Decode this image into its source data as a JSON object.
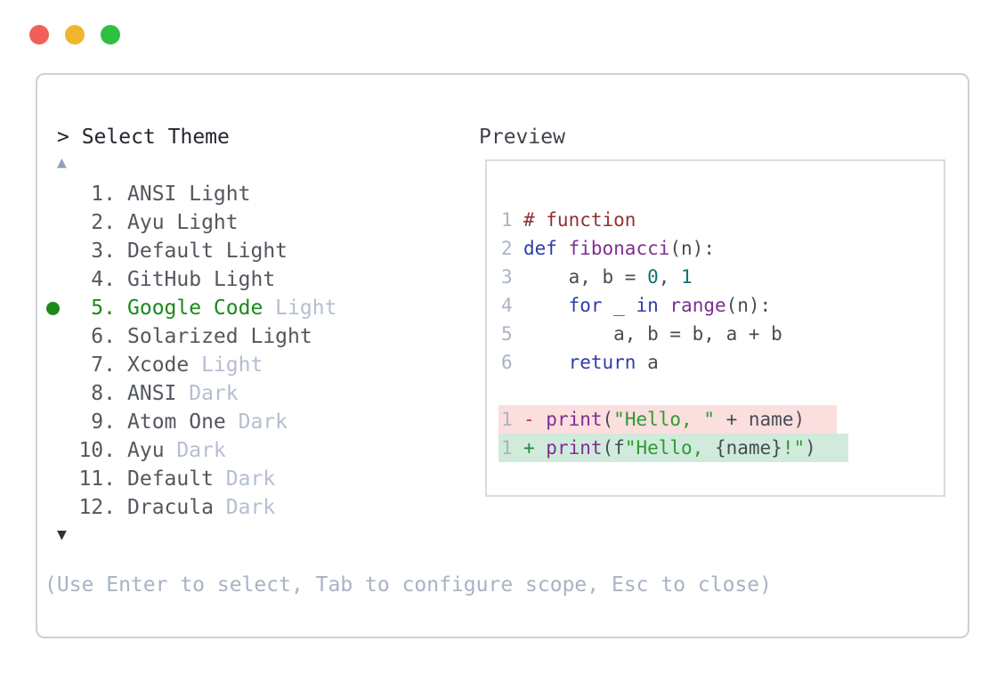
{
  "window": {
    "traffic_lights": [
      "close",
      "minimize",
      "zoom"
    ]
  },
  "prompt": {
    "text": "> Select Theme"
  },
  "list": {
    "scroll_up": "▲",
    "scroll_down": "▼",
    "items": [
      {
        "number": "1.",
        "name": "ANSI",
        "variant": "Light",
        "variant_muted": false,
        "selected": false
      },
      {
        "number": "2.",
        "name": "Ayu",
        "variant": "Light",
        "variant_muted": false,
        "selected": false
      },
      {
        "number": "3.",
        "name": "Default",
        "variant": "Light",
        "variant_muted": false,
        "selected": false
      },
      {
        "number": "4.",
        "name": "GitHub",
        "variant": "Light",
        "variant_muted": false,
        "selected": false
      },
      {
        "number": "5.",
        "name": "Google Code",
        "variant": "Light",
        "variant_muted": true,
        "selected": true
      },
      {
        "number": "6.",
        "name": "Solarized",
        "variant": "Light",
        "variant_muted": false,
        "selected": false
      },
      {
        "number": "7.",
        "name": "Xcode",
        "variant": "Light",
        "variant_muted": true,
        "selected": false
      },
      {
        "number": "8.",
        "name": "ANSI",
        "variant": "Dark",
        "variant_muted": true,
        "selected": false
      },
      {
        "number": "9.",
        "name": "Atom One",
        "variant": "Dark",
        "variant_muted": true,
        "selected": false
      },
      {
        "number": "10.",
        "name": "Ayu",
        "variant": "Dark",
        "variant_muted": true,
        "selected": false
      },
      {
        "number": "11.",
        "name": "Default",
        "variant": "Dark",
        "variant_muted": true,
        "selected": false
      },
      {
        "number": "12.",
        "name": "Dracula",
        "variant": "Dark",
        "variant_muted": true,
        "selected": false
      }
    ]
  },
  "preview": {
    "label": "Preview",
    "code_lines": [
      {
        "num": "1",
        "segments": [
          {
            "style": "comment",
            "text": "# function"
          }
        ]
      },
      {
        "num": "2",
        "segments": [
          {
            "style": "keyword",
            "text": "def"
          },
          {
            "style": "plain",
            "text": " "
          },
          {
            "style": "title",
            "text": "fibonacci"
          },
          {
            "style": "plain",
            "text": "(n):"
          }
        ]
      },
      {
        "num": "3",
        "segments": [
          {
            "style": "plain",
            "text": "    a, b = "
          },
          {
            "style": "number",
            "text": "0"
          },
          {
            "style": "plain",
            "text": ", "
          },
          {
            "style": "number",
            "text": "1"
          }
        ]
      },
      {
        "num": "4",
        "segments": [
          {
            "style": "plain",
            "text": "    "
          },
          {
            "style": "keyword",
            "text": "for"
          },
          {
            "style": "plain",
            "text": " _ "
          },
          {
            "style": "keyword",
            "text": "in"
          },
          {
            "style": "plain",
            "text": " "
          },
          {
            "style": "title",
            "text": "range"
          },
          {
            "style": "plain",
            "text": "(n):"
          }
        ]
      },
      {
        "num": "5",
        "segments": [
          {
            "style": "plain",
            "text": "        a, b = b, a + b"
          }
        ]
      },
      {
        "num": "6",
        "segments": [
          {
            "style": "plain",
            "text": "    "
          },
          {
            "style": "keyword",
            "text": "return"
          },
          {
            "style": "plain",
            "text": " a"
          }
        ]
      },
      {
        "num": "",
        "segments": []
      },
      {
        "num": "1",
        "diff": "removed",
        "segments": [
          {
            "style": "minus",
            "text": "- "
          },
          {
            "style": "title",
            "text": "print"
          },
          {
            "style": "plain",
            "text": "("
          },
          {
            "style": "string",
            "text": "\"Hello, \""
          },
          {
            "style": "plain",
            "text": " + name)"
          }
        ]
      },
      {
        "num": "1",
        "diff": "added",
        "segments": [
          {
            "style": "plus",
            "text": "+ "
          },
          {
            "style": "title",
            "text": "print"
          },
          {
            "style": "plain",
            "text": "(f"
          },
          {
            "style": "string",
            "text": "\"Hello, "
          },
          {
            "style": "plain",
            "text": "{name}"
          },
          {
            "style": "string",
            "text": "!\""
          },
          {
            "style": "plain",
            "text": ")"
          }
        ]
      }
    ]
  },
  "footer": {
    "hint": "(Use Enter to select, Tab to configure scope, Esc to close)"
  },
  "colors": {
    "panel_border": "#cbd0d9",
    "preview_border": "#d8dbe2",
    "prompt_text": "#22262c",
    "item_text": "#53575e",
    "muted_text": "#b5bed1",
    "selected_green": "#1a8a1a",
    "scroll_up": "#93a0bf",
    "scroll_down": "#2f333a",
    "footer_text": "#a9b3c3",
    "line_num": "#a9b4c3",
    "tok_comment": "#943030",
    "tok_keyword": "#2e3cab",
    "tok_title": "#7e2f90",
    "tok_number": "#0d7373",
    "tok_string": "#2f9a32",
    "tok_plain": "#474c54",
    "tok_minus": "#c03434",
    "tok_plus": "#218838",
    "diff_removed_bg": "#fbdede",
    "diff_added_bg": "#d0eadb",
    "light_red": "#f15f58",
    "light_yellow": "#f2b52f",
    "light_green": "#2fc043"
  }
}
